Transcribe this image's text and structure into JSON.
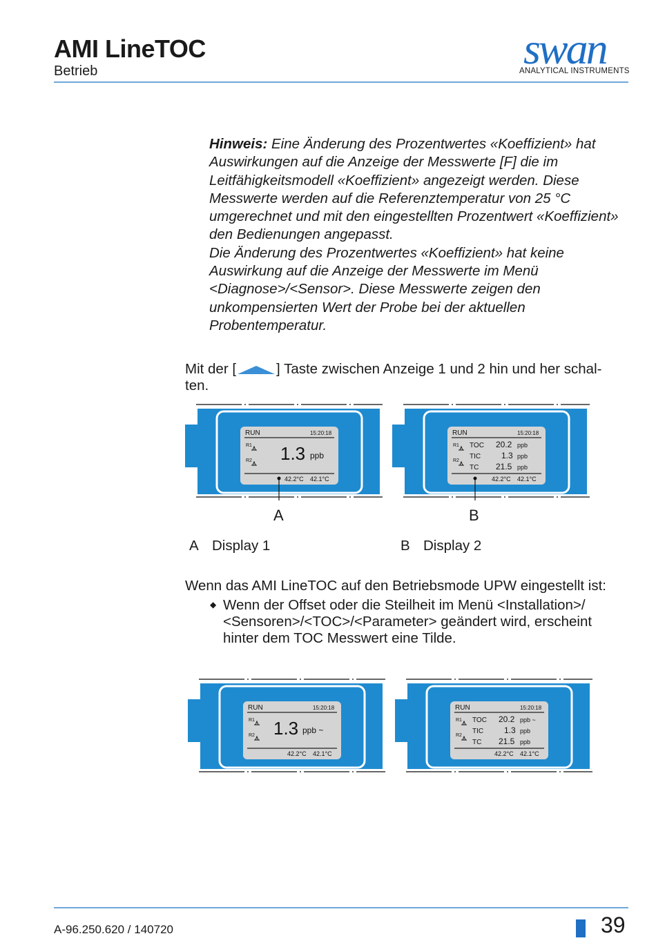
{
  "header": {
    "title": "AMI LineTOC",
    "subtitle": "Betrieb",
    "logo_text": "swan",
    "logo_subtitle": "ANALYTICAL INSTRUMENTS"
  },
  "note": {
    "label": "Hinweis:",
    "text1": " Eine Änderung des Prozentwertes «Koeffizient» hat Auswirkungen auf die Anzeige der Messwerte [F] die im Leitfähigkeitsmodell «Koeffizient» angezeigt werden. Diese Messwerte werden auf die Referenztemperatur von 25 °C umgerechnet und mit den eingestellten Prozentwert «Koeffizient» den Bedienungen angepasst.",
    "text2": "Die Änderung des Prozentwertes «Koeffizient» hat keine Auswirkung auf die Anzeige der Messwerte im Menü <Diagnose>/<Sensor>. Diese Messwerte zeigen den unkompensierten Wert der Probe bei der aktuellen Probentemperatur."
  },
  "toggle": {
    "before": "Mit der [",
    "after": "] Taste zwischen Anzeige 1 und 2 hin und her schal-",
    "line2": "ten."
  },
  "displays": {
    "status": "RUN",
    "time": "15:20:18",
    "r1": "R1",
    "r2": "R2",
    "main_value": "1.3",
    "main_unit": "ppb",
    "main_unit_tilde": "ppb ~",
    "temp1": "42.2°C",
    "temp2": "42.1°C",
    "rows": [
      {
        "name": "TOC",
        "value": "20.2",
        "unit": "ppb",
        "unit_tilde": "ppb ~"
      },
      {
        "name": "TIC",
        "value": "1.3",
        "unit": "ppb",
        "unit_tilde": "ppb"
      },
      {
        "name": "TC",
        "value": "21.5",
        "unit": "ppb",
        "unit_tilde": "ppb"
      }
    ],
    "marker_a": "A",
    "marker_b": "B",
    "colors": {
      "body": "#1e8bd0",
      "screen": "#d4d4d4"
    }
  },
  "captions": {
    "a_letter": "A",
    "a_text": "Display 1",
    "b_letter": "B",
    "b_text": "Display 2"
  },
  "upw": {
    "intro": "Wenn das AMI LineTOC auf den Betriebsmode UPW eingestellt ist:",
    "bullet_line1": "Wenn der Offset oder die Steilheit im Menü <Installation>/",
    "bullet_line2": "<Sensoren>/<TOC>/<Parameter> geändert wird, erscheint",
    "bullet_line3": "hinter dem TOC Messwert eine Tilde."
  },
  "footer": {
    "doc_id": "A-96.250.620 / 140720",
    "page": "39"
  }
}
